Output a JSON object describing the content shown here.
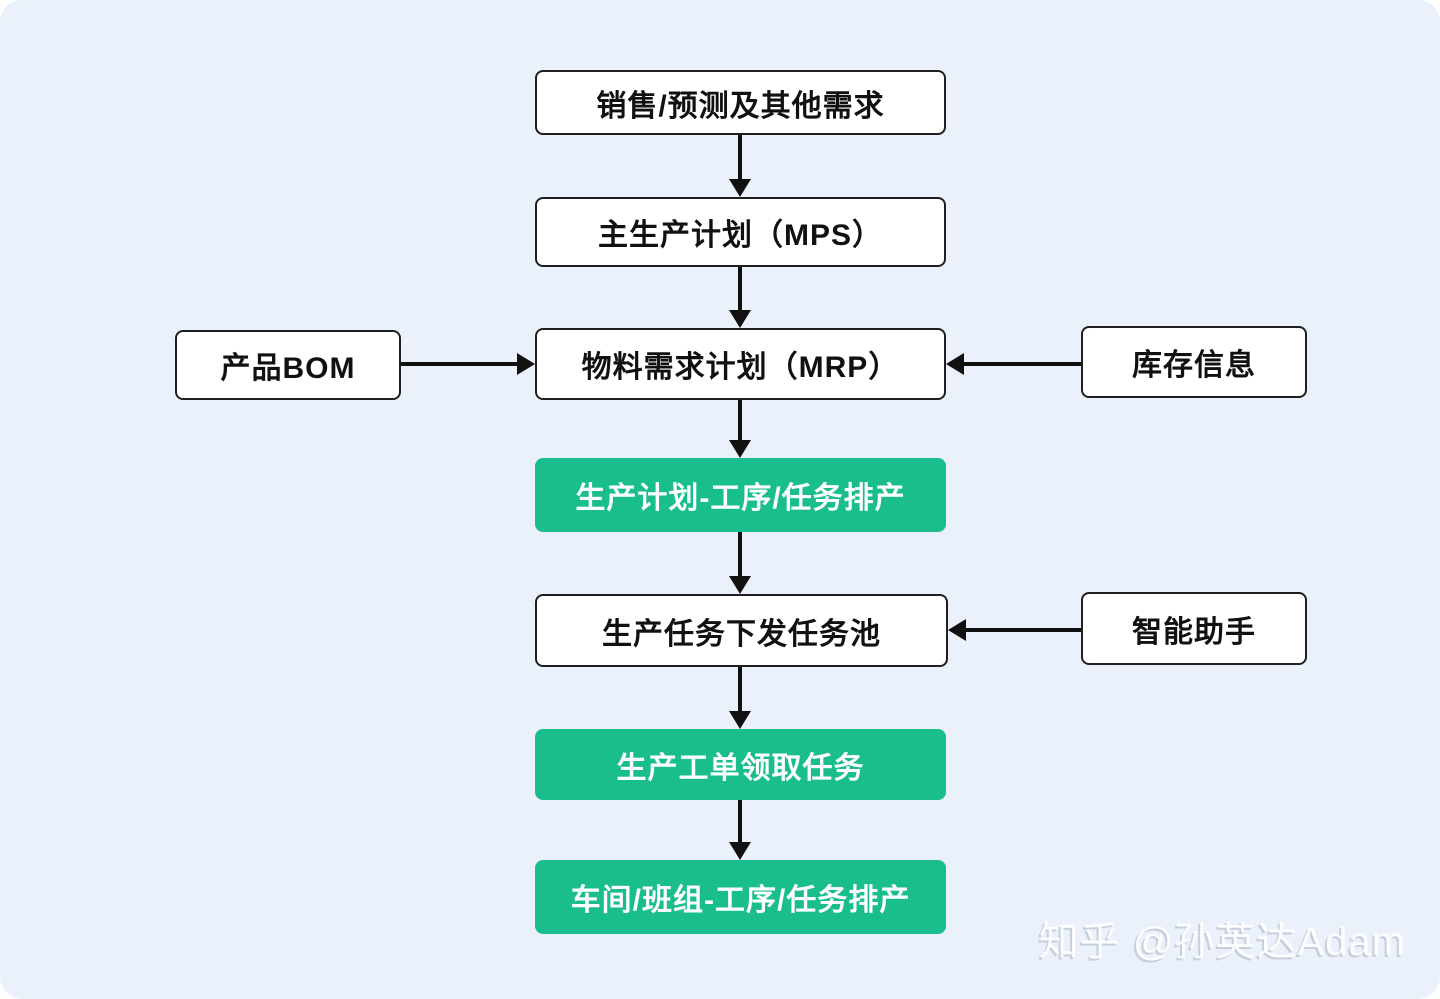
{
  "canvas": {
    "background_color": "#eaf1fa",
    "accent_green": "#19be8c",
    "box_border_color": "#1f1f1f",
    "arrow_color": "#111111"
  },
  "diagram": {
    "type": "flowchart",
    "nodes": [
      {
        "id": "sales-demand",
        "label": "销售/预测及其他需求",
        "style": "white"
      },
      {
        "id": "mps",
        "label": "主生产计划（MPS）",
        "style": "white"
      },
      {
        "id": "product-bom",
        "label": "产品BOM",
        "style": "white"
      },
      {
        "id": "mrp",
        "label": "物料需求计划（MRP）",
        "style": "white"
      },
      {
        "id": "inventory-info",
        "label": "库存信息",
        "style": "white"
      },
      {
        "id": "plan-scheduling",
        "label": "生产计划-工序/任务排产",
        "style": "green"
      },
      {
        "id": "task-pool",
        "label": "生产任务下发任务池",
        "style": "white"
      },
      {
        "id": "smart-assistant",
        "label": "智能助手",
        "style": "white"
      },
      {
        "id": "work-order",
        "label": "生产工单领取任务",
        "style": "green"
      },
      {
        "id": "workshop-scheduling",
        "label": "车间/班组-工序/任务排产",
        "style": "green"
      }
    ],
    "edges": [
      {
        "from": "sales-demand",
        "to": "mps",
        "direction": "down"
      },
      {
        "from": "mps",
        "to": "mrp",
        "direction": "down"
      },
      {
        "from": "product-bom",
        "to": "mrp",
        "direction": "right"
      },
      {
        "from": "inventory-info",
        "to": "mrp",
        "direction": "left"
      },
      {
        "from": "mrp",
        "to": "plan-scheduling",
        "direction": "down"
      },
      {
        "from": "plan-scheduling",
        "to": "task-pool",
        "direction": "down"
      },
      {
        "from": "smart-assistant",
        "to": "task-pool",
        "direction": "left"
      },
      {
        "from": "task-pool",
        "to": "work-order",
        "direction": "down"
      },
      {
        "from": "work-order",
        "to": "workshop-scheduling",
        "direction": "down"
      }
    ]
  },
  "watermark": {
    "text": "知乎 @孙英达Adam"
  }
}
